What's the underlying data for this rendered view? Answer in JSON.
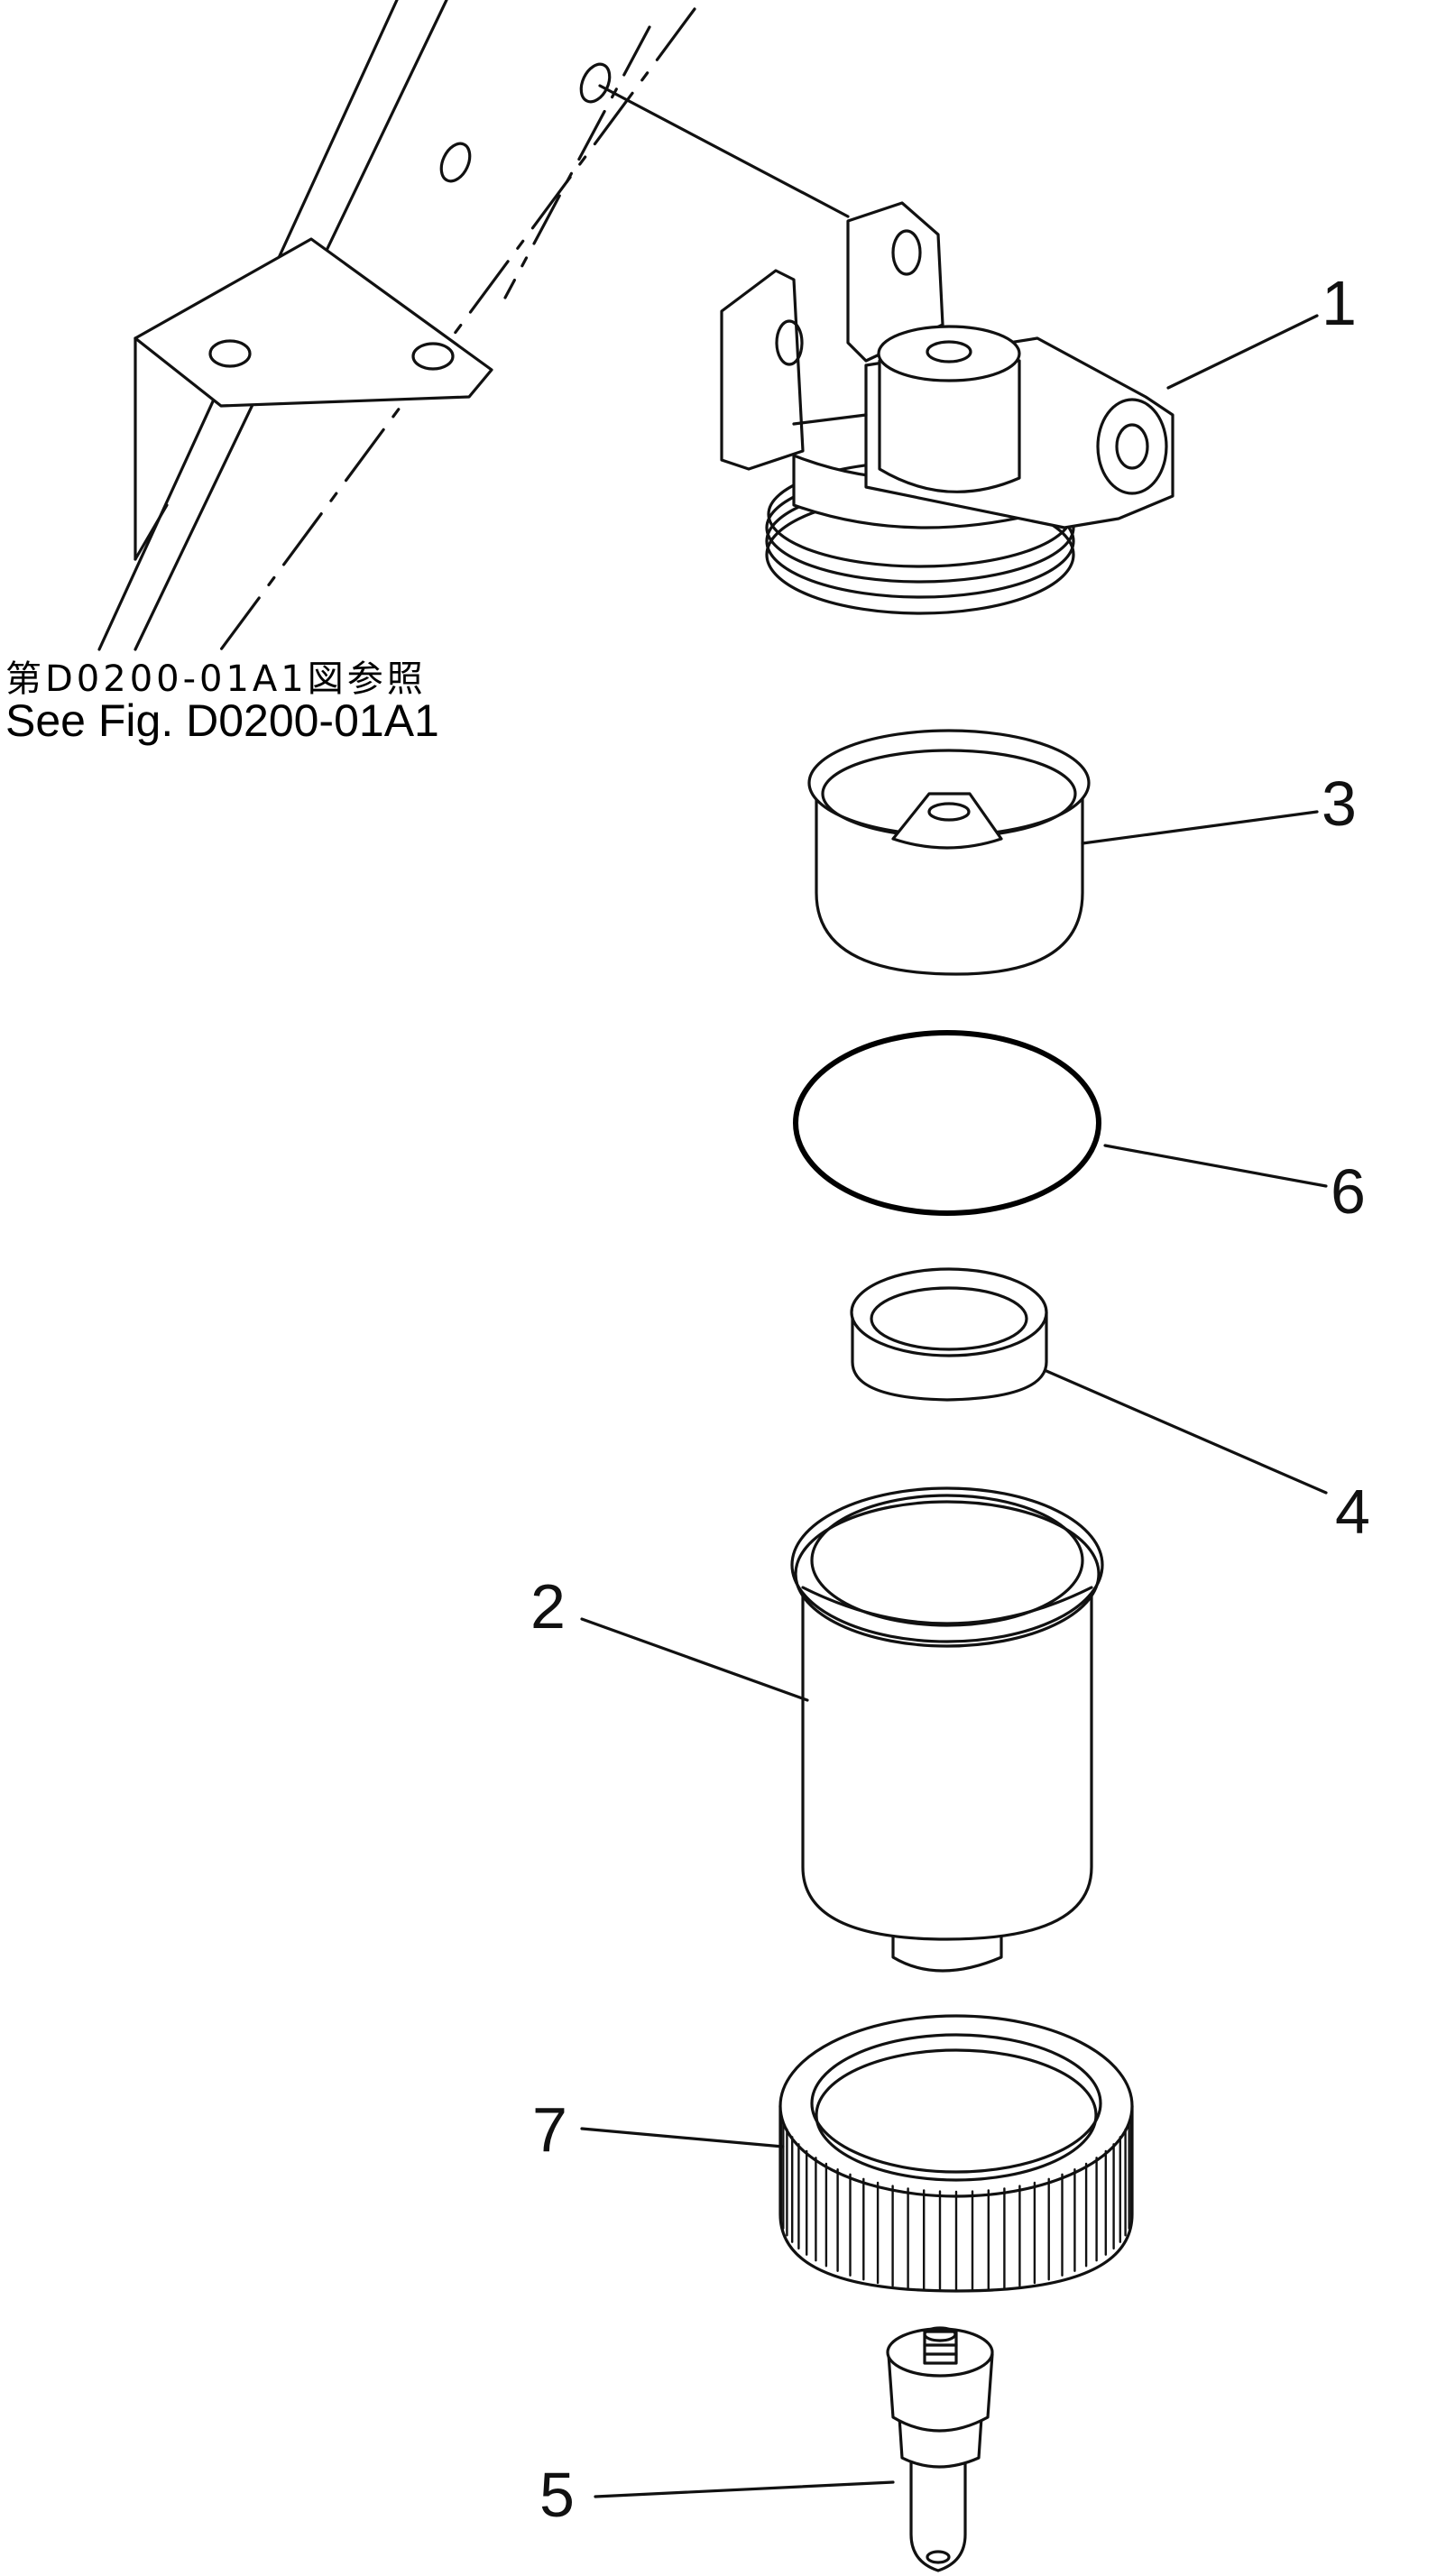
{
  "reference": {
    "japanese": "第D0200-01A1図参照",
    "english": "See Fig. D0200-01A1"
  },
  "callouts": [
    {
      "number": "1"
    },
    {
      "number": "3"
    },
    {
      "number": "6"
    },
    {
      "number": "4"
    },
    {
      "number": "2"
    },
    {
      "number": "7"
    },
    {
      "number": "5"
    }
  ]
}
